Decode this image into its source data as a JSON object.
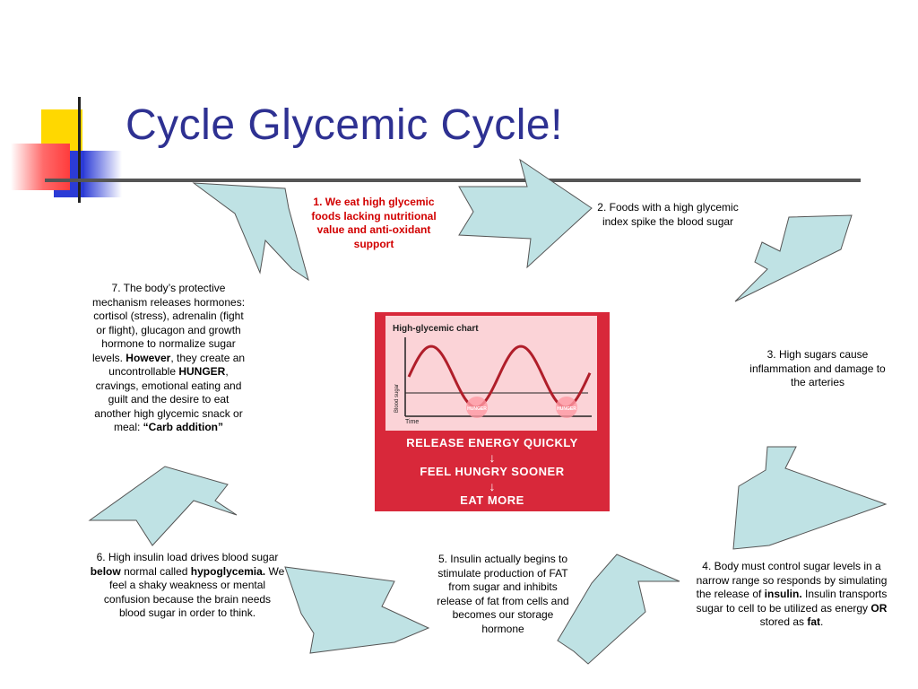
{
  "title": "Cycle Glycemic Cycle!",
  "steps": {
    "s1": "1. We eat high glycemic foods lacking nutritional value and anti-oxidant support",
    "s2": "2. Foods with a high glycemic index spike the blood sugar",
    "s3": "3. High sugars cause inflammation and damage to the arteries",
    "s4": {
      "a": "4. Body must control sugar levels in a narrow range so responds by simulating the release of ",
      "b": "insulin.",
      "c": " Insulin transports sugar to cell to be utilized as energy ",
      "d": "OR",
      "e": " stored as ",
      "f": "fat",
      "g": "."
    },
    "s5": "5. Insulin actually begins to stimulate production of FAT from sugar and inhibits release of fat from cells and becomes our storage hormone",
    "s6": {
      "a": "6. High insulin load drives blood sugar ",
      "b": "below",
      "c": " normal called ",
      "d": "hypoglycemia.",
      "e": " We feel a shaky weakness or mental confusion because the brain needs blood sugar in order to think."
    },
    "s7": {
      "a": "7. The body’s protective mechanism releases hormones: cortisol (stress), adrenalin (fight or flight), glucagon and growth hormone to normalize sugar levels.  ",
      "b": "However",
      "c": ", they create an uncontrollable ",
      "d": "HUNGER",
      "e": ", cravings, emotional eating and guilt and the desire to eat another high glycemic snack or meal: ",
      "f": "“Carb addition”"
    }
  },
  "chart": {
    "title": "High-glycemic chart",
    "ylabel": "Blood sugar",
    "xlabel": "Time",
    "hunger_label": "HUNGER",
    "line1": "RELEASE ENERGY QUICKLY",
    "line2": "FEEL HUNGRY SOONER",
    "line3": "EAT MORE",
    "arrow": "↓"
  },
  "colors": {
    "title": "#2e3192",
    "arrow_fill": "#bfe2e4",
    "step1": "#d20000",
    "chart_bg": "#d8283a",
    "chart_panel": "#fbd3d7",
    "wave": "#b01e2a"
  }
}
